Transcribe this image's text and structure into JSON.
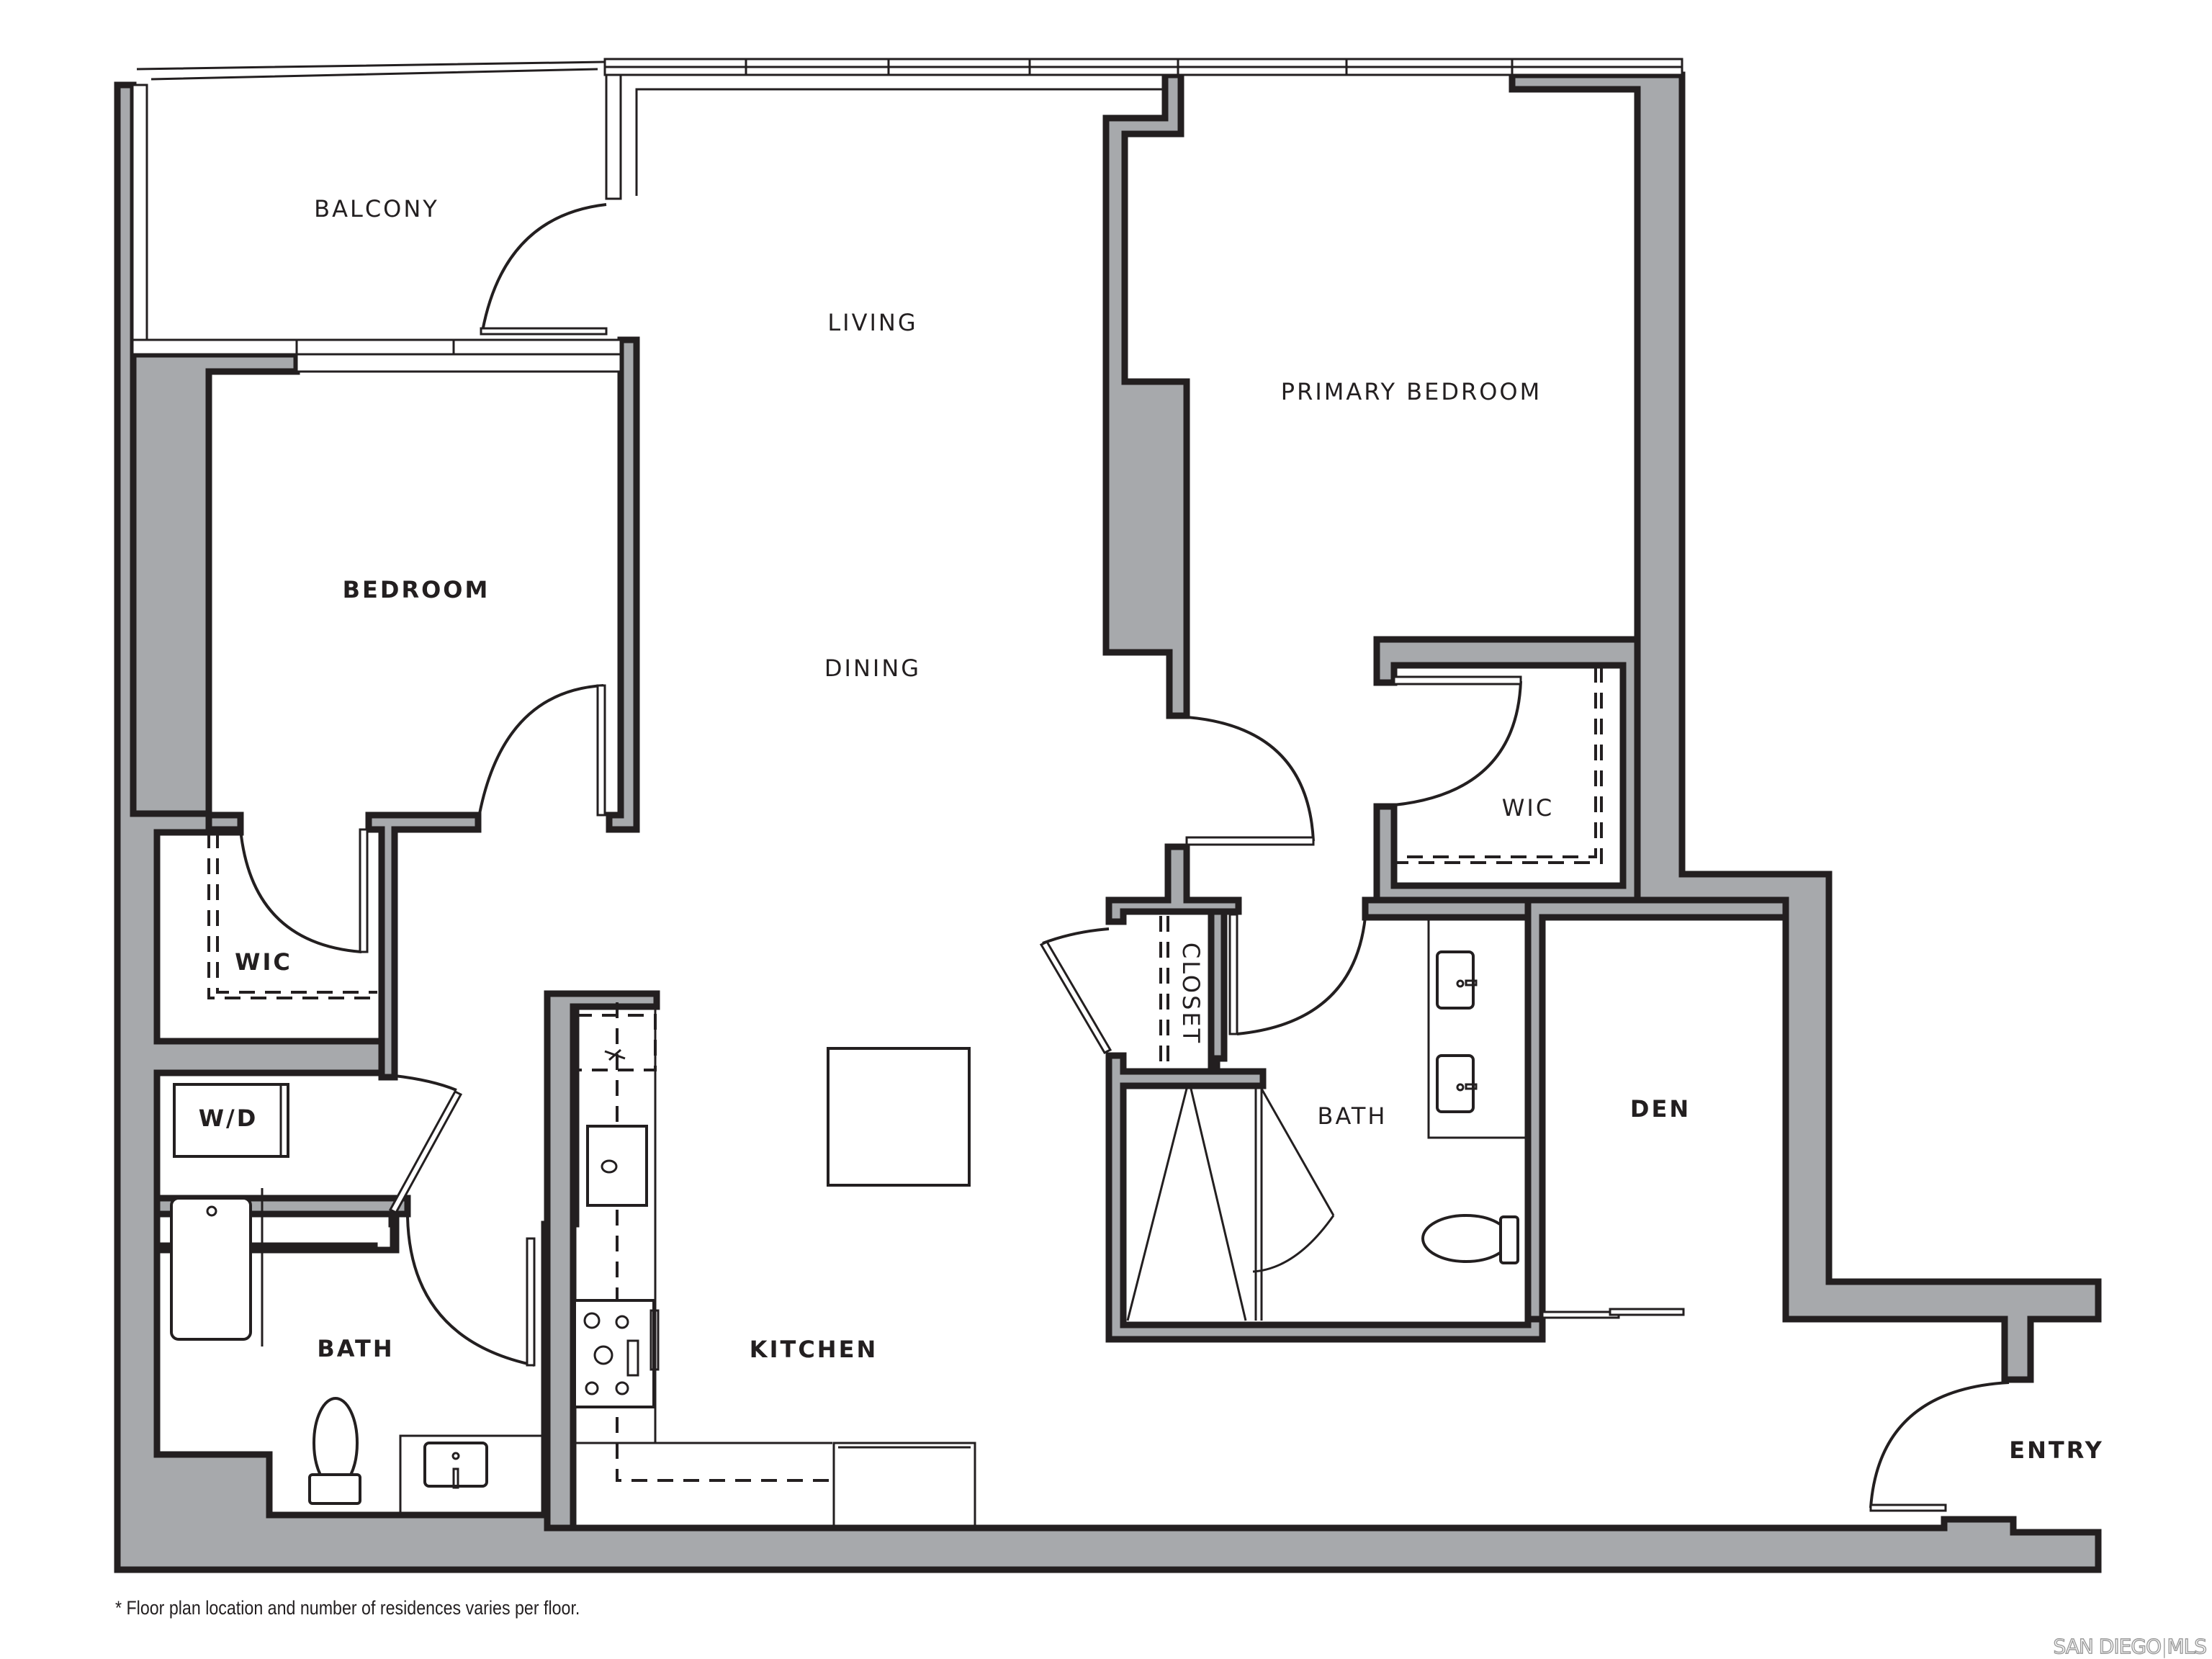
{
  "plan": {
    "rooms": {
      "balcony": "BALCONY",
      "living": "LIVING",
      "dining": "DINING",
      "bedroom": "BEDROOM",
      "primary_bedroom": "PRIMARY BEDROOM",
      "wic_primary": "WIC",
      "wic_bedroom": "WIC",
      "closet": "CLOSET",
      "bath_primary": "BATH",
      "bath_secondary": "BATH",
      "den": "DEN",
      "wd": "W/D",
      "kitchen": "KITCHEN",
      "entry": "ENTRY"
    },
    "colors": {
      "wall_fill": "#a7a9ac",
      "line": "#231f20",
      "background": "#ffffff"
    }
  },
  "footnote": "* Floor plan location and number of residences varies per floor.",
  "watermark": {
    "left": "SAN DIEGO",
    "separator": "|",
    "right": "MLS"
  }
}
